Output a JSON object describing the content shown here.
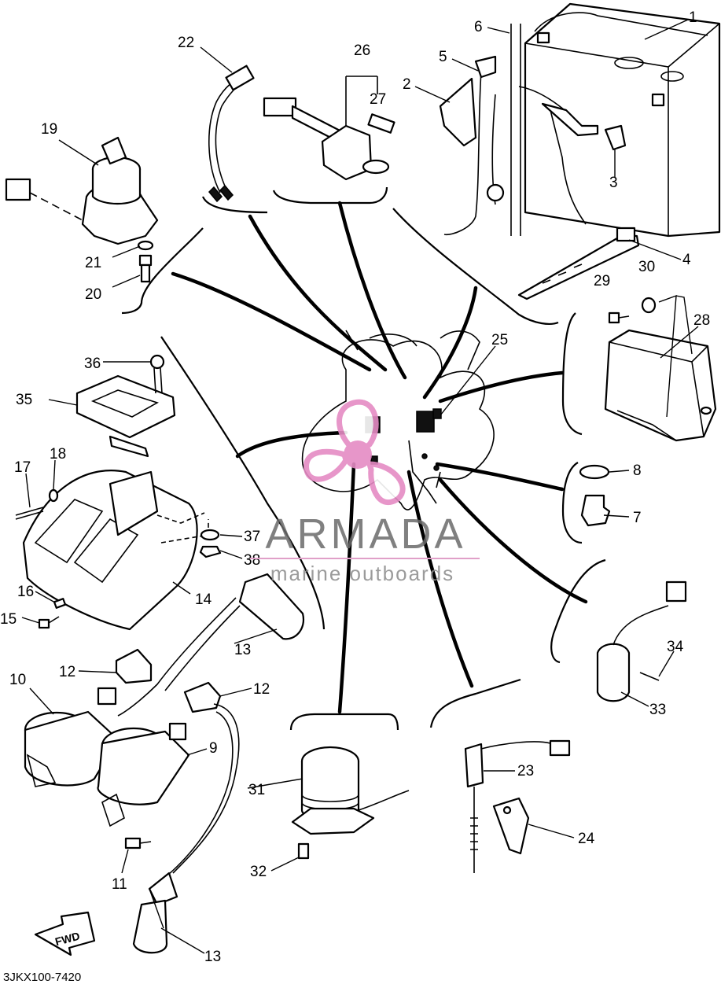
{
  "diagram": {
    "code": "3JKX100-7420",
    "fwd_label": "FWD",
    "callouts": [
      "1",
      "2",
      "3",
      "4",
      "5",
      "6",
      "7",
      "8",
      "9",
      "10",
      "11",
      "12",
      "12",
      "13",
      "13",
      "14",
      "15",
      "16",
      "17",
      "18",
      "19",
      "20",
      "21",
      "22",
      "23",
      "24",
      "25",
      "26",
      "27",
      "28",
      "29",
      "30",
      "31",
      "32",
      "33",
      "34",
      "35",
      "36",
      "37",
      "38"
    ]
  },
  "watermark": {
    "brand": "ARMADA",
    "tagline": "marine outboards",
    "accent_color": "#e58bc4"
  }
}
